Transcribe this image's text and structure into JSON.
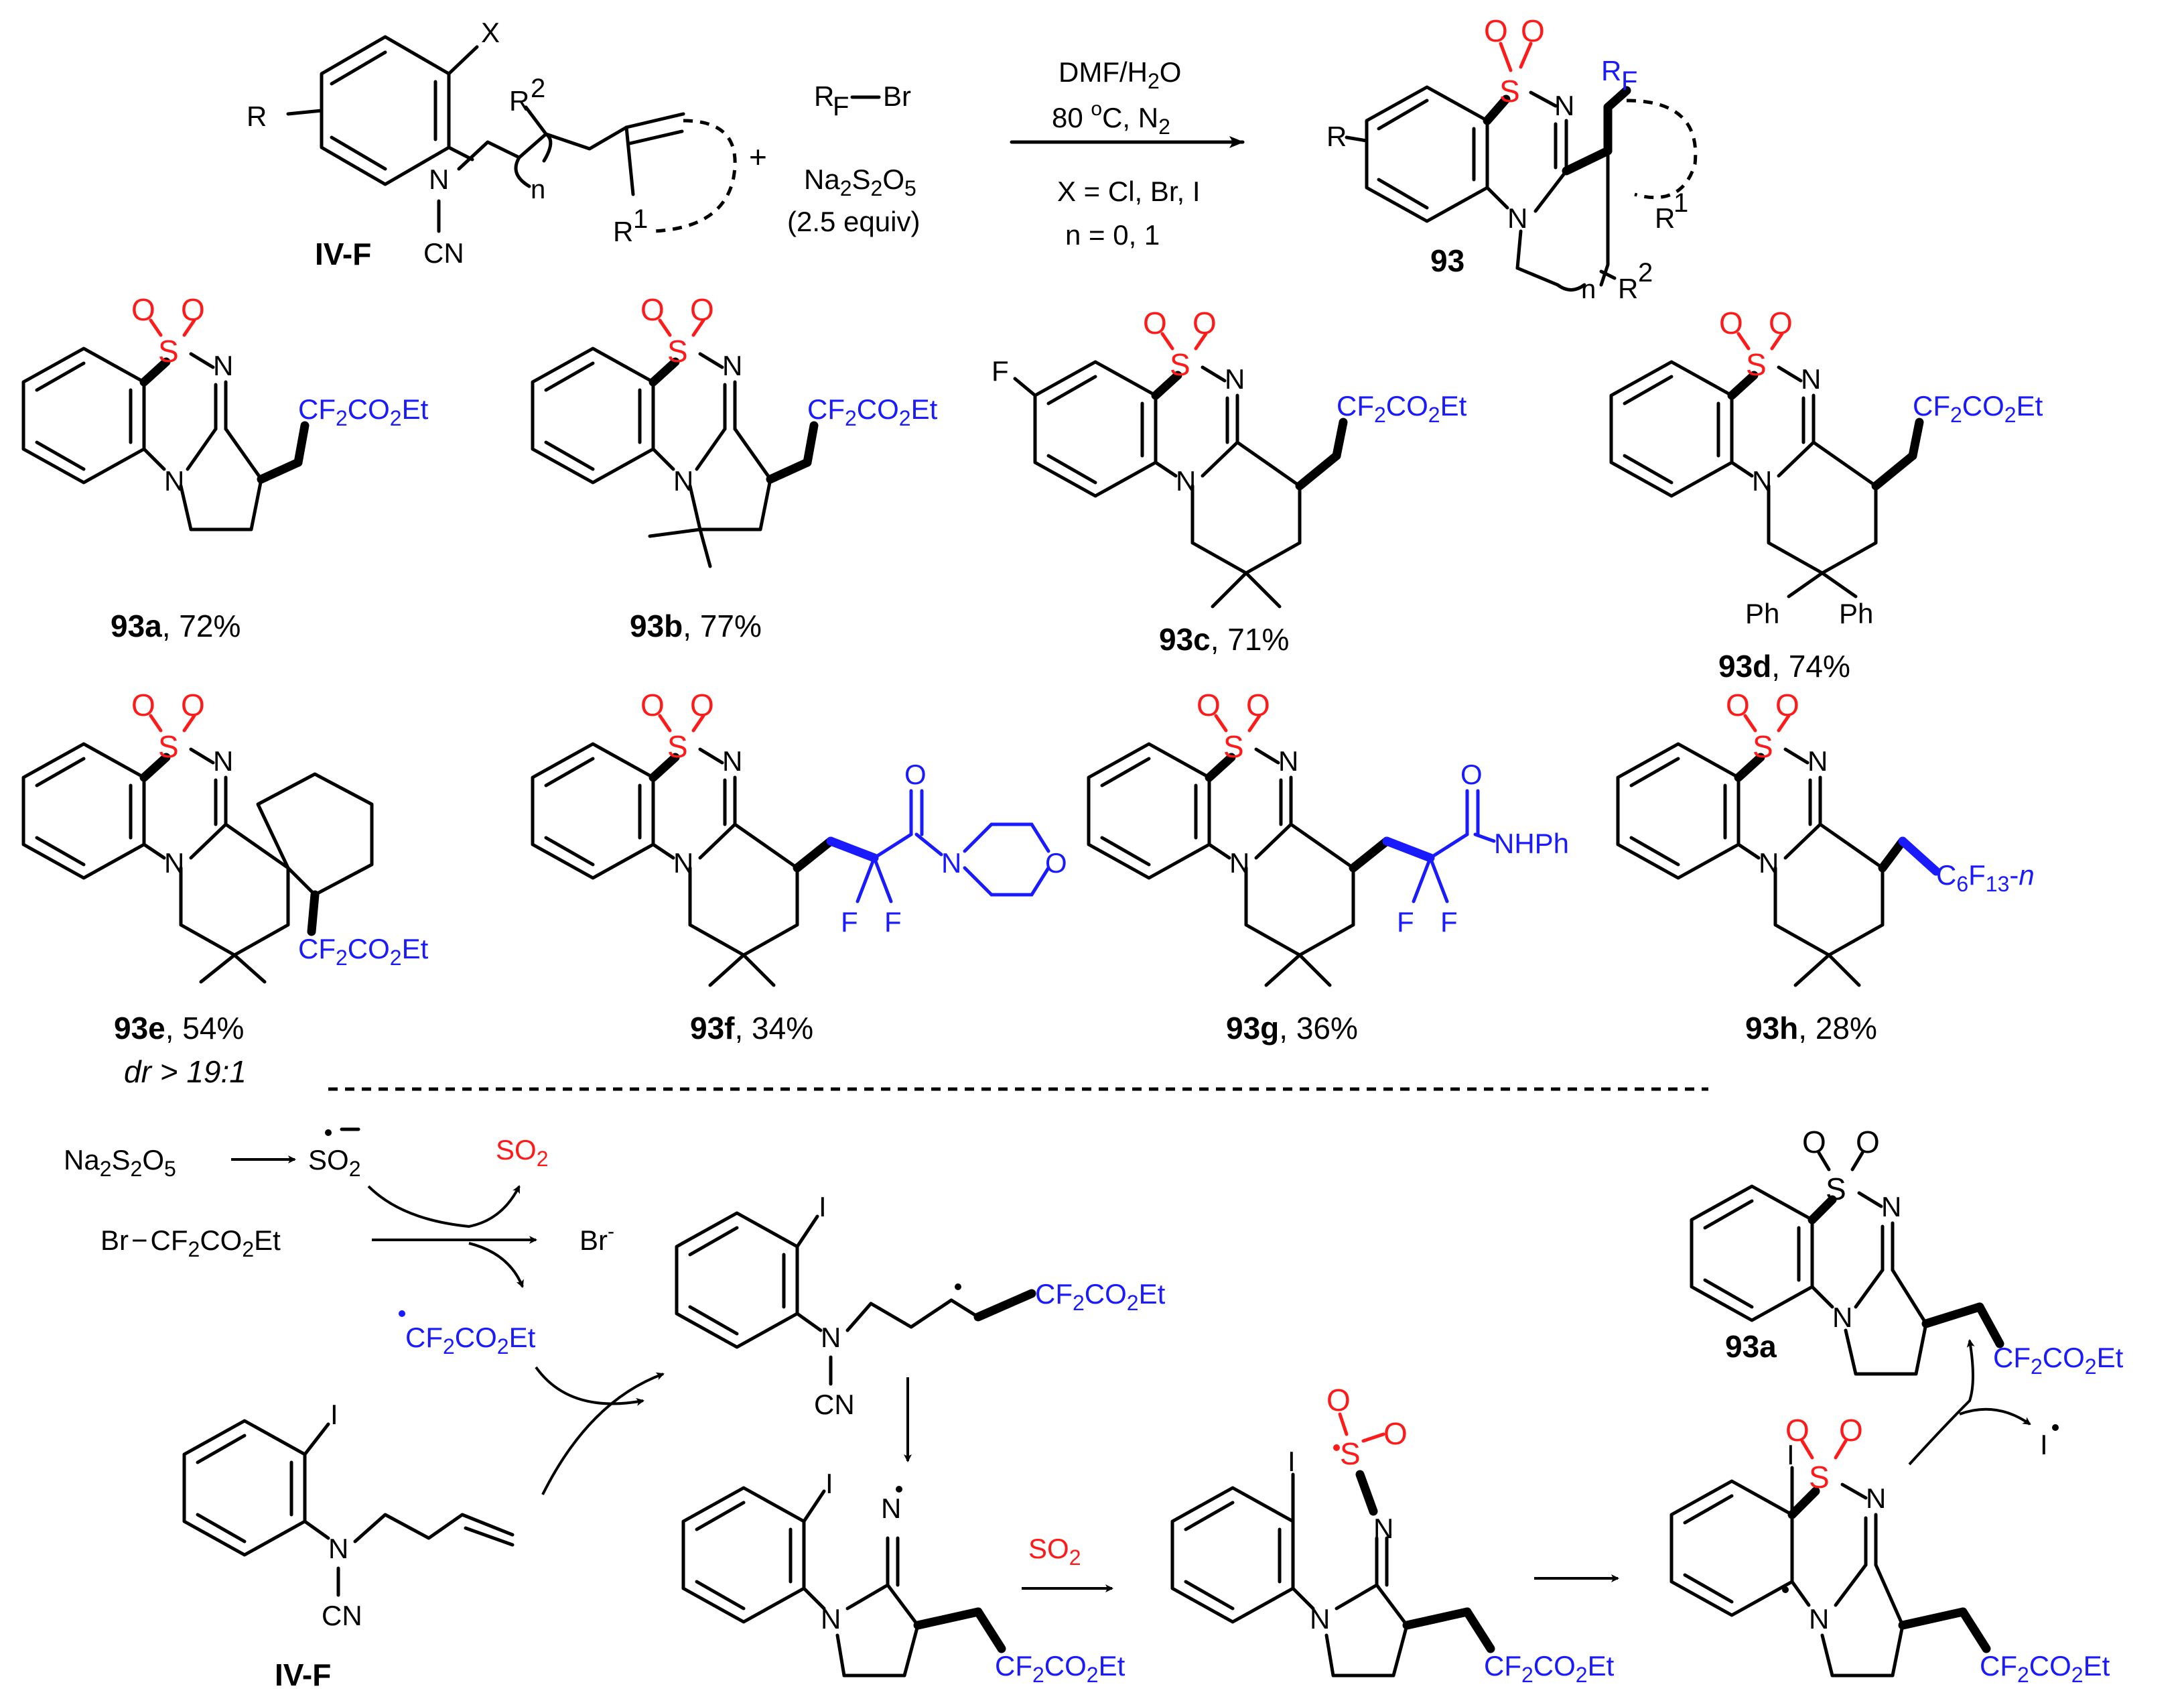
{
  "scheme": {
    "reactant_1": {
      "label": "IV-F",
      "substituents": {
        "r": "R",
        "x": "X",
        "r2": "R",
        "r2_sup": "2",
        "n": "n",
        "cn": "CN",
        "r1": "R",
        "r1_sup": "1",
        "n_atom": "N"
      }
    },
    "plus": "+",
    "reagent_rf": {
      "r": "R",
      "sub": "F",
      "rest": "Br"
    },
    "reagent_salt": "Na2S2O5",
    "reagent_equiv": "(2.5 equiv)",
    "conditions": [
      "DMF/H2O",
      "80 °C,  N2",
      "X = Cl, Br, I",
      "n = 0, 1"
    ],
    "product": {
      "label": "93",
      "rf": "RF",
      "r": "R",
      "r1": "R1",
      "r2": "R2",
      "n": "n"
    }
  },
  "examples": [
    {
      "id": "93a",
      "yield": ", 72%",
      "chain": "CF2CO2Et"
    },
    {
      "id": "93b",
      "yield": ", 77%",
      "chain": "CF2CO2Et"
    },
    {
      "id": "93c",
      "yield": ", 71%",
      "chain": "CF2CO2Et",
      "sub": "F"
    },
    {
      "id": "93d",
      "yield": ", 74%",
      "chain": "CF2CO2Et",
      "ph": "Ph"
    },
    {
      "id": "93e",
      "yield": ", 54%",
      "note": "dr > 19:1",
      "chain": "CF2CO2Et"
    },
    {
      "id": "93f",
      "yield": ", 34%",
      "amide": "O"
    },
    {
      "id": "93g",
      "yield": ", 36%",
      "amide": "NHPh"
    },
    {
      "id": "93h",
      "yield": ", 28%",
      "chain": "C6F13-n"
    }
  ],
  "mechanism": {
    "salt": "Na2S2O5",
    "so2_radical": "SO2",
    "so2": "SO2",
    "bromide_reagent": "Br−CF2CO2Et",
    "bromide_ion": "Br-",
    "radical": "CF2CO2Et",
    "substrate_label": "IV-F",
    "so2_label": "SO2",
    "iodine_radical": "I",
    "product_label": "93a"
  },
  "colors": {
    "blue": "#1a1aff",
    "red": "#ff1a1a",
    "black": "#000000"
  }
}
